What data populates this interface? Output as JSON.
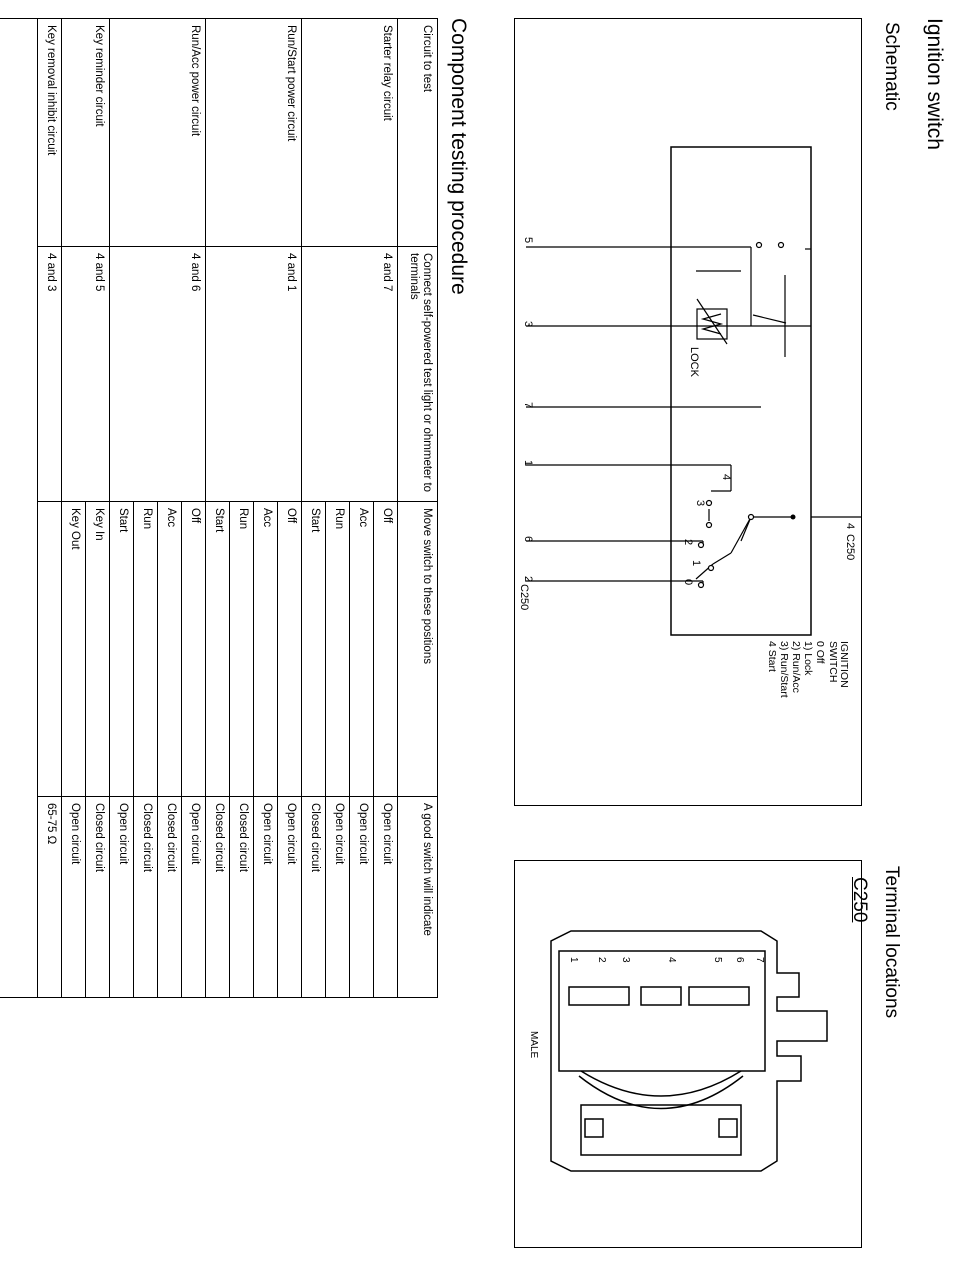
{
  "header": {
    "title": "Ignition switch",
    "schematic_label": "Schematic",
    "terminal_locations_label": "Terminal locations",
    "connector_id": "C250"
  },
  "schematic": {
    "connector_top": "C250",
    "connector_bottom": "C250",
    "legend": [
      "IGNITION",
      "SWITCH",
      "0 Off",
      "1) Lock",
      "2) Run/Acc",
      "3) Run/Start",
      "4 Start"
    ],
    "lock_label": "LOCK",
    "terminals": [
      "5",
      "3",
      "7",
      "1",
      "6",
      "2",
      "4"
    ],
    "contact_numbers": [
      "4",
      "3",
      "2",
      "1",
      "0"
    ]
  },
  "terminal_view": {
    "pins": [
      "1",
      "2",
      "3",
      "4",
      "5",
      "6",
      "7"
    ],
    "gender": "MALE"
  },
  "procedure": {
    "title": "Component testing procedure",
    "headers": {
      "circuit": "Circuit to test",
      "connect": "Connect self-powered test light or ohmmeter to terminals",
      "move": "Move switch to these positions",
      "indicate": "A good switch will indicate"
    },
    "groups": [
      {
        "circuit": "Starter relay circuit",
        "terminals": "4 and 7",
        "rows": [
          {
            "position": "Off",
            "result": "Open circuit"
          },
          {
            "position": "Acc",
            "result": "Open circuit"
          },
          {
            "position": "Run",
            "result": "Open circuit"
          },
          {
            "position": "Start",
            "result": "Closed circuit"
          }
        ]
      },
      {
        "circuit": "Run/Start power circuit",
        "terminals": "4 and 1",
        "rows": [
          {
            "position": "Off",
            "result": "Open circuit"
          },
          {
            "position": "Acc",
            "result": "Open circuit"
          },
          {
            "position": "Run",
            "result": "Closed circuit"
          },
          {
            "position": "Start",
            "result": "Closed circuit"
          }
        ]
      },
      {
        "circuit": "Run/Acc power circuit",
        "terminals": "4 and 6",
        "rows": [
          {
            "position": "Off",
            "result": "Open circuit"
          },
          {
            "position": "Acc",
            "result": "Closed circuit"
          },
          {
            "position": "Run",
            "result": "Closed circuit"
          },
          {
            "position": "Start",
            "result": "Open circuit"
          }
        ]
      },
      {
        "circuit": "Key reminder circuit",
        "terminals": "4 and 5",
        "rows": [
          {
            "position": "Key In",
            "result": "Closed circuit"
          },
          {
            "position": "Key Out",
            "result": "Open circuit"
          }
        ]
      },
      {
        "circuit": "Key removal inhibit circuit",
        "terminals": "4 and 3",
        "rows": [
          {
            "position": "",
            "result": "65-75 Ω"
          }
        ]
      }
    ]
  }
}
